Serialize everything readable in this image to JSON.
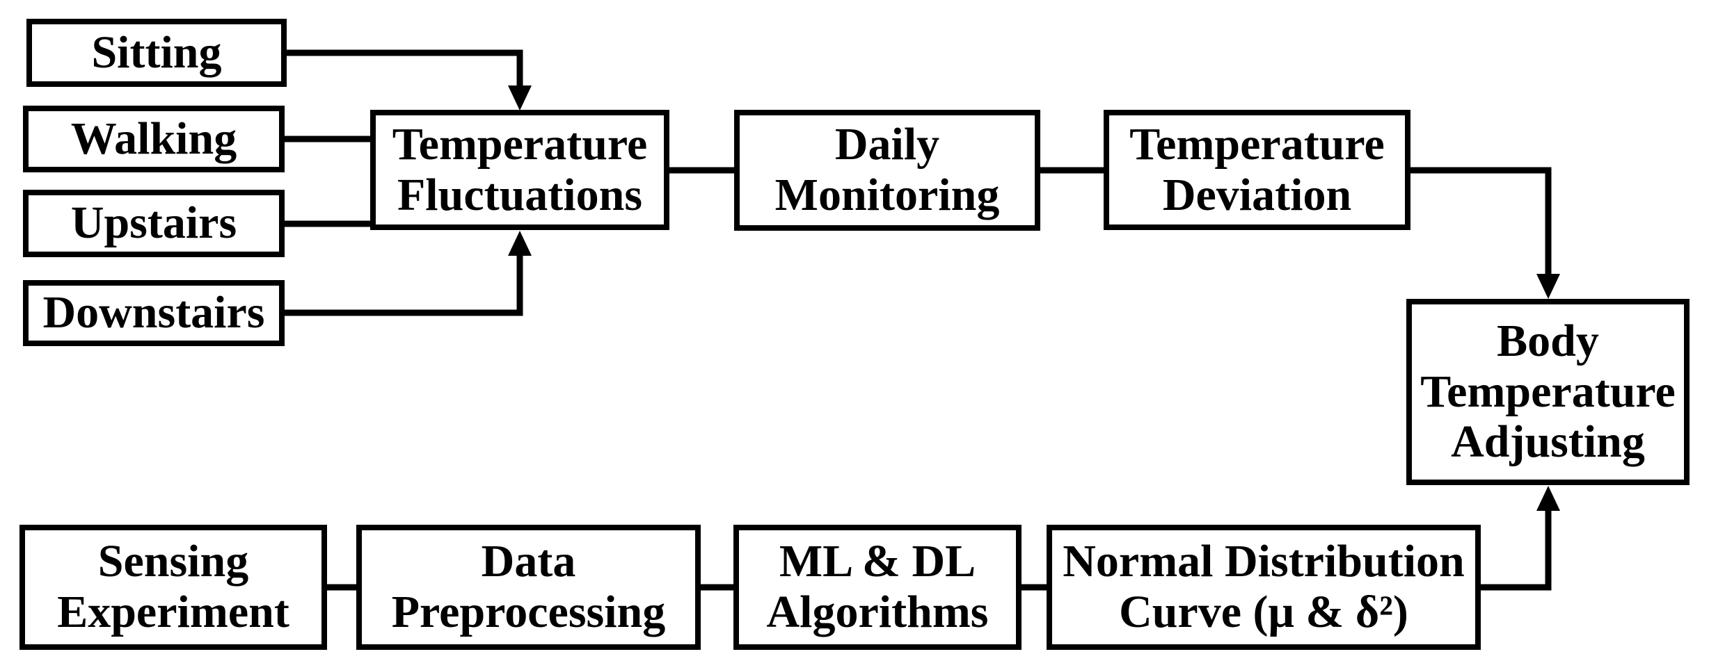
{
  "diagram": {
    "background_color": "#ffffff",
    "box_border_color": "#000000",
    "text_color": "#000000",
    "arrow_color": "#000000",
    "nodes": {
      "sitting": {
        "lines": [
          "Sitting"
        ]
      },
      "walking": {
        "lines": [
          "Walking"
        ]
      },
      "upstairs": {
        "lines": [
          "Upstairs"
        ]
      },
      "downstairs": {
        "lines": [
          "Downstairs"
        ]
      },
      "temperature_fluctuations": {
        "lines": [
          "Temperature",
          "Fluctuations"
        ]
      },
      "daily_monitoring": {
        "lines": [
          "Daily",
          "Monitoring"
        ]
      },
      "temperature_deviation": {
        "lines": [
          "Temperature",
          "Deviation"
        ]
      },
      "body_temperature_adjusting": {
        "lines": [
          "Body",
          "Temperature",
          "Adjusting"
        ]
      },
      "sensing_experiment": {
        "lines": [
          "Sensing",
          "Experiment"
        ]
      },
      "data_preprocessing": {
        "lines": [
          "Data",
          "Preprocessing"
        ]
      },
      "ml_dl_algorithms": {
        "lines": [
          "ML & DL",
          "Algorithms"
        ]
      },
      "normal_distribution_curve": {
        "lines": [
          "Normal Distribution",
          "Curve (μ & δ²)"
        ]
      }
    },
    "edges": [
      {
        "from": "sitting",
        "to": "temperature_fluctuations",
        "arrow": true
      },
      {
        "from": "walking",
        "to": "temperature_fluctuations",
        "arrow": false
      },
      {
        "from": "upstairs",
        "to": "temperature_fluctuations",
        "arrow": false
      },
      {
        "from": "downstairs",
        "to": "temperature_fluctuations",
        "arrow": true
      },
      {
        "from": "temperature_fluctuations",
        "to": "daily_monitoring",
        "arrow": false
      },
      {
        "from": "daily_monitoring",
        "to": "temperature_deviation",
        "arrow": false
      },
      {
        "from": "temperature_deviation",
        "to": "body_temperature_adjusting",
        "arrow": true
      },
      {
        "from": "sensing_experiment",
        "to": "data_preprocessing",
        "arrow": false
      },
      {
        "from": "data_preprocessing",
        "to": "ml_dl_algorithms",
        "arrow": false
      },
      {
        "from": "ml_dl_algorithms",
        "to": "normal_distribution_curve",
        "arrow": false
      },
      {
        "from": "normal_distribution_curve",
        "to": "body_temperature_adjusting",
        "arrow": true
      }
    ]
  }
}
